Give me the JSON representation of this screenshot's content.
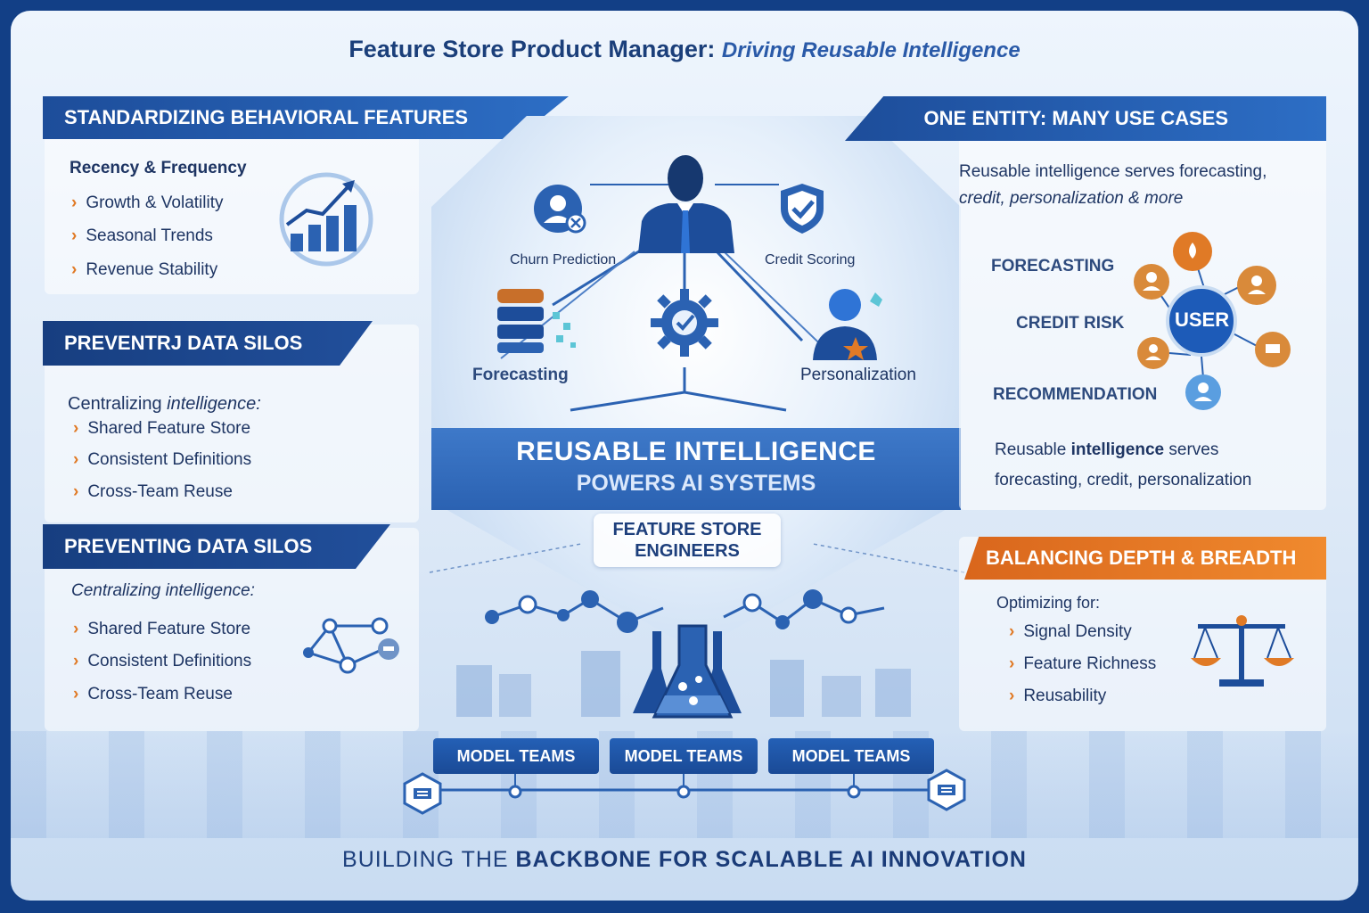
{
  "title": {
    "main": "Feature Store Product Manager:",
    "sub": "Driving Reusable Intelligence"
  },
  "left_top": {
    "banner": "STANDARDIZING BEHAVIORAL FEATURES",
    "heading": "Recency & Frequency",
    "items": [
      "Growth & Volatility",
      "Seasonal Trends",
      "Revenue Stability"
    ]
  },
  "left_mid": {
    "banner": "PREVENTRJ DATA SILOS",
    "heading_a": "Centralizing ",
    "heading_b": "intelligence:",
    "items": [
      "Shared Feature Store",
      "Consistent Definitions",
      "Cross-Team Reuse"
    ]
  },
  "left_bottom": {
    "banner": "PREVENTING DATA SILOS",
    "heading": "Centralizing intelligence:",
    "items": [
      "Shared Feature Store",
      "Consistent Definitions",
      "Cross-Team Reuse"
    ]
  },
  "center": {
    "labels": {
      "churn": "Churn Prediction",
      "credit": "Credit Scoring",
      "forecasting": "Forecasting",
      "personalization": "Personalization"
    },
    "band_line1": "REUSABLE INTELLIGENCE",
    "band_line2": "POWERS AI SYSTEMS",
    "engineers_line1": "FEATURE STORE",
    "engineers_line2": "ENGINEERS"
  },
  "right_top": {
    "banner": "ONE ENTITY: MANY USE CASES",
    "line1": "Reusable intelligence serves forecasting,",
    "line2": "credit, personalization & more",
    "hub": "USER",
    "use_cases": [
      "FORECASTING",
      "CREDIT RISK",
      "RECOMMENDATION"
    ],
    "caption_a": "Reusable ",
    "caption_b": "intelligence",
    "caption_c": " serves",
    "caption_line2": "forecasting, credit, personalization"
  },
  "right_bottom": {
    "banner": "BALANCING DEPTH & BREADTH",
    "heading": "Optimizing for:",
    "items": [
      "Signal Density",
      "Feature Richness",
      "Reusability"
    ]
  },
  "model_teams": [
    "MODEL TEAMS",
    "MODEL TEAMS",
    "MODEL TEAMS"
  ],
  "footer": {
    "plain": "BUILDING THE ",
    "bold": "BACKBONE FOR SCALABLE AI INNOVATION"
  },
  "colors": {
    "navy": "#1d4d9a",
    "orange": "#e07a26",
    "accent_blue": "#2d6ec5"
  },
  "icons": [
    "trend-chart-icon",
    "person-icon",
    "shield-check-icon",
    "database-icon",
    "gear-check-icon",
    "user-star-icon",
    "flask-icon",
    "scale-icon",
    "network-icon",
    "hexagon-doc-icon"
  ]
}
